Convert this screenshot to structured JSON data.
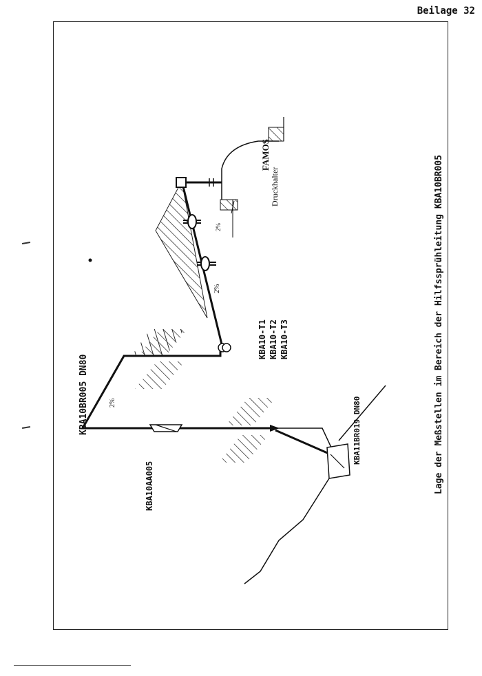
{
  "page_label": "Beilage 32",
  "caption": "Lage der Meßstellen im Bereich der Hilfssprühleitung KBA10BR005",
  "labels": {
    "pipe_upper": "KBA10BR005 DN80",
    "pipe_lower": "KBA11BR019 DN80",
    "valve": "KBA10AA005",
    "sensor_t1": "KBA10-T1",
    "sensor_t2": "KBA10-T2",
    "sensor_t3": "KBA10-T3",
    "famos": "FAMOS",
    "pressurizer": "Druckhalter",
    "slope_1": "2%",
    "slope_2": "2%",
    "slope_3": "2%"
  }
}
